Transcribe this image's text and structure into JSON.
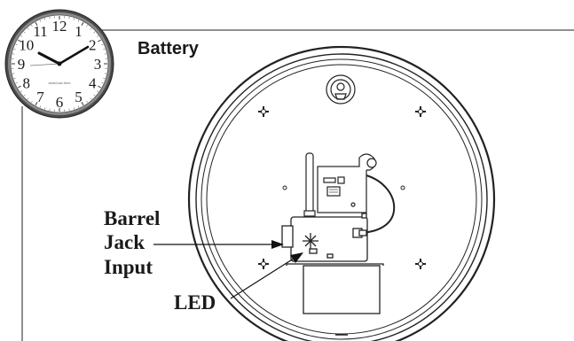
{
  "heading": "Battery",
  "thumbnail": {
    "brand": "american time",
    "numerals": [
      "12",
      "1",
      "2",
      "3",
      "4",
      "5",
      "6",
      "7",
      "8",
      "9",
      "10",
      "11"
    ]
  },
  "callouts": {
    "barrel_jack_line1": "Barrel",
    "barrel_jack_line2": "Jack",
    "barrel_jack_line3": "Input",
    "led": "LED"
  },
  "colors": {
    "ink": "#1a1a1a",
    "thumb_rim": "#3a3a3a"
  }
}
